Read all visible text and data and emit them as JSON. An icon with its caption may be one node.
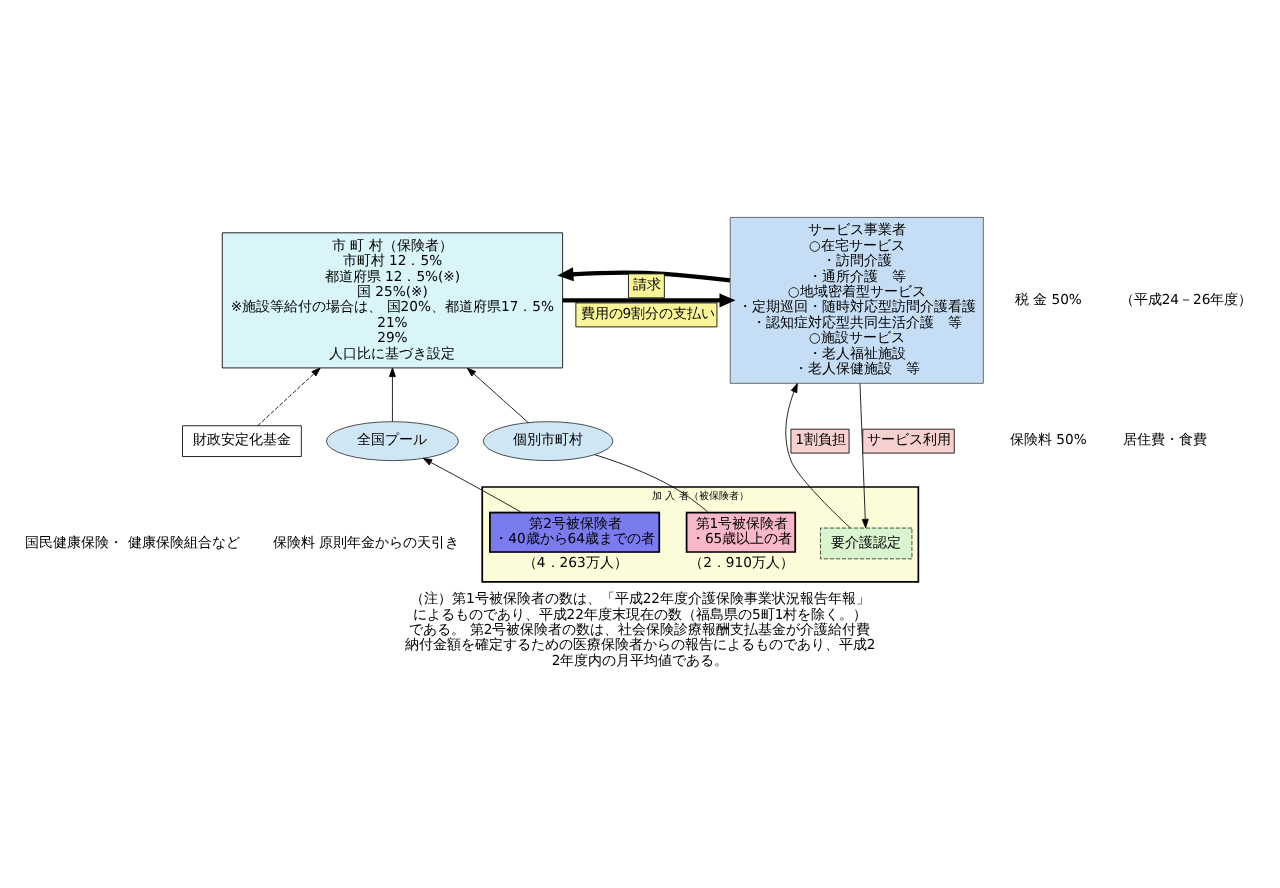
{
  "diagram": {
    "caption": "（注）第1号被保険者の数は、「平成22年度介護保険事業状況報告年報」によるものであり、平成22年度末現在の数（福島県の5町1村を除く。）である。 第2号被保険者の数は、社会保険診療報酬支払基金が介護給付費納付金額を確定するための医療保険者からの報告によるものであり、平成22年度内の月平均値である。",
    "nodes": [
      {
        "text": [
          "市 町 村（保険者）",
          "市町村 12．5%",
          "都道府県 12．5%(※)",
          "国 25%(※)",
          "※施設等給付の場合は、 国20%、都道府県17．5%",
          "21%",
          "29%",
          "人口比に基づき設定"
        ]
      },
      {
        "text": [
          "サービス事業者",
          "○在宅サービス",
          "・訪問介護",
          "・通所介護　等",
          "○地域密着型サービス",
          "・定期巡回・随時対応型訪問介護看護",
          "・認知症対応型共同生活介護　等",
          "○施設サービス",
          "・老人福祉施設",
          "・老人保健施設　等"
        ]
      },
      {
        "text": [
          "財政安定化基金"
        ]
      },
      {
        "text": [
          "全国プール"
        ]
      },
      {
        "text": [
          "個別市町村"
        ]
      },
      {
        "text": [
          "加 入 者（被保険者）"
        ]
      },
      {
        "text": [
          "要介護認定"
        ],
        "in": 5
      },
      {
        "text": [
          "第1号被保険者",
          "・65歳以上の者"
        ],
        "in": 5,
        "beside": [
          "（2．910万人）"
        ]
      },
      {
        "text": [
          "第2号被保険者",
          "・40歳から64歳までの者"
        ],
        "in": 5,
        "beside": [
          "（4．263万人）"
        ]
      }
    ],
    "edges": [
      {
        "from": 0,
        "to": 1,
        "arrow": "to",
        "label": "費用の9割分の支払い",
        "style": "thick"
      },
      {
        "from": 1,
        "to": 0,
        "arrow": "to",
        "label": "請求",
        "style": "thick"
      },
      {
        "from": 2,
        "to": 0,
        "arrow": "to",
        "style": "dashed"
      },
      {
        "from": 7,
        "to": 4,
        "arrow": "none"
      },
      {
        "from": 4,
        "to": 0,
        "arrow": "to"
      },
      {
        "from": 8,
        "to": 3,
        "arrow": "to"
      },
      {
        "from": 3,
        "to": 0,
        "arrow": "to"
      },
      {
        "from": 6,
        "to": 1,
        "arrow": "to",
        "label": "1割負担"
      },
      {
        "from": 1,
        "to": 6,
        "arrow": "to",
        "label": "サービス利用"
      }
    ],
    "labels": [
      "税 金 50%",
      "保険料 50%",
      "（平成24－26年度）",
      "保険料 原則年金からの天引き",
      "国民健康保険・ 健康保険組合など",
      "居住費・食費"
    ]
  }
}
